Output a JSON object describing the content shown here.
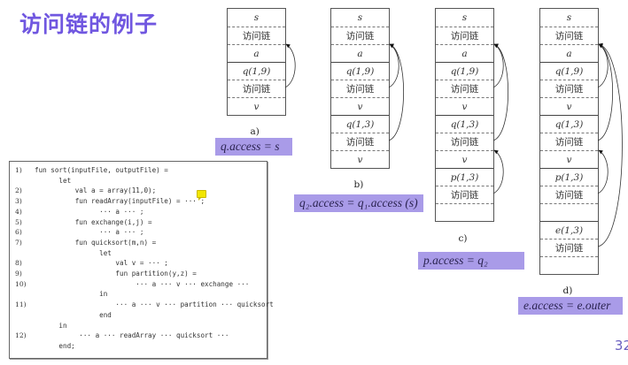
{
  "title": "访问链的例子",
  "page_number": "32",
  "colors": {
    "title": "#7057e0",
    "formula_bg": "#a99be8",
    "page_number": "#6a5fc0"
  },
  "stacks": [
    {
      "caption": "a)",
      "formula": "q.access = s",
      "cells": [
        {
          "text": "s",
          "kind": "var"
        },
        {
          "text": "访问链",
          "kind": "cn"
        },
        {
          "text": "a",
          "kind": "var"
        },
        {
          "text": "q(1,9)",
          "kind": "var",
          "solid": true
        },
        {
          "text": "访问链",
          "kind": "cn"
        },
        {
          "text": "v",
          "kind": "var"
        }
      ],
      "links": [
        {
          "from": 4,
          "to": 2
        }
      ]
    },
    {
      "caption": "b)",
      "formula": "q2.access = q1.access (s)",
      "cells": [
        {
          "text": "s",
          "kind": "var"
        },
        {
          "text": "访问链",
          "kind": "cn"
        },
        {
          "text": "a",
          "kind": "var"
        },
        {
          "text": "q(1,9)",
          "kind": "var",
          "solid": true
        },
        {
          "text": "访问链",
          "kind": "cn"
        },
        {
          "text": "v",
          "kind": "var"
        },
        {
          "text": "q(1,3)",
          "kind": "var",
          "solid": true
        },
        {
          "text": "访问链",
          "kind": "cn"
        },
        {
          "text": "v",
          "kind": "var"
        }
      ],
      "links": [
        {
          "from": 4,
          "to": 2
        },
        {
          "from": 7,
          "to": 2
        }
      ]
    },
    {
      "caption": "c)",
      "formula": "p.access = q2",
      "cells": [
        {
          "text": "s",
          "kind": "var"
        },
        {
          "text": "访问链",
          "kind": "cn"
        },
        {
          "text": "a",
          "kind": "var"
        },
        {
          "text": "q(1,9)",
          "kind": "var",
          "solid": true
        },
        {
          "text": "访问链",
          "kind": "cn"
        },
        {
          "text": "v",
          "kind": "var"
        },
        {
          "text": "q(1,3)",
          "kind": "var",
          "solid": true
        },
        {
          "text": "访问链",
          "kind": "cn"
        },
        {
          "text": "v",
          "kind": "var"
        },
        {
          "text": "p(1,3)",
          "kind": "var",
          "solid": true
        },
        {
          "text": "访问链",
          "kind": "cn"
        },
        {
          "text": "",
          "kind": "var"
        }
      ],
      "links": [
        {
          "from": 4,
          "to": 2
        },
        {
          "from": 7,
          "to": 2
        },
        {
          "from": 10,
          "to": 8
        }
      ]
    },
    {
      "caption": "d)",
      "formula": "e.access = e.outer",
      "cells": [
        {
          "text": "s",
          "kind": "var"
        },
        {
          "text": "访问链",
          "kind": "cn"
        },
        {
          "text": "a",
          "kind": "var"
        },
        {
          "text": "q(1,9)",
          "kind": "var",
          "solid": true
        },
        {
          "text": "访问链",
          "kind": "cn"
        },
        {
          "text": "v",
          "kind": "var"
        },
        {
          "text": "q(1,3)",
          "kind": "var",
          "solid": true
        },
        {
          "text": "访问链",
          "kind": "cn"
        },
        {
          "text": "v",
          "kind": "var"
        },
        {
          "text": "p(1,3)",
          "kind": "var",
          "solid": true
        },
        {
          "text": "访问链",
          "kind": "cn"
        },
        {
          "text": "",
          "kind": "var"
        },
        {
          "text": "e(1,3)",
          "kind": "var",
          "solid": true
        },
        {
          "text": "访问链",
          "kind": "cn"
        },
        {
          "text": "",
          "kind": "var"
        }
      ],
      "links": [
        {
          "from": 4,
          "to": 2
        },
        {
          "from": 7,
          "to": 2
        },
        {
          "from": 10,
          "to": 8
        },
        {
          "from": 13,
          "to": 2
        }
      ]
    }
  ],
  "code": [
    {
      "ln": "1)",
      "text": "fun sort(inputFile, outputFile) ="
    },
    {
      "ln": "",
      "text": "      let"
    },
    {
      "ln": "2)",
      "text": "          val a = array(11,0);"
    },
    {
      "ln": "3)",
      "text": "          fun readArray(inputFile) = ··· ;"
    },
    {
      "ln": "4)",
      "text": "                ··· a ··· ;"
    },
    {
      "ln": "5)",
      "text": "          fun exchange(i,j) ="
    },
    {
      "ln": "6)",
      "text": "                ··· a ··· ;"
    },
    {
      "ln": "7)",
      "text": "          fun quicksort(m,n) ="
    },
    {
      "ln": "",
      "text": "                let"
    },
    {
      "ln": "8)",
      "text": "                    val v = ··· ;"
    },
    {
      "ln": "9)",
      "text": "                    fun partition(y,z) ="
    },
    {
      "ln": "10)",
      "text": "                         ··· a ··· v ··· exchange ···"
    },
    {
      "ln": "",
      "text": "                in"
    },
    {
      "ln": "11)",
      "text": "                    ··· a ··· v ··· partition ··· quicksort"
    },
    {
      "ln": "",
      "text": "                end"
    },
    {
      "ln": "",
      "text": "      in"
    },
    {
      "ln": "12)",
      "text": "           ··· a ··· readArray ··· quicksort ···"
    },
    {
      "ln": "",
      "text": "      end;"
    }
  ]
}
